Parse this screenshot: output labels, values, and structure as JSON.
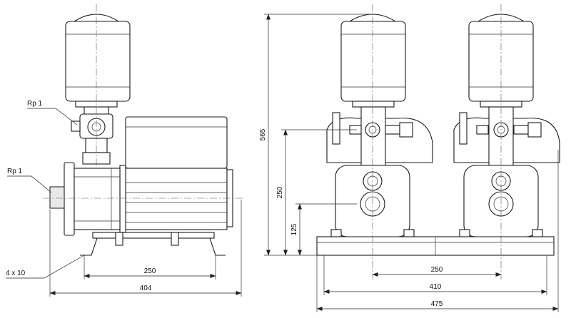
{
  "labels": {
    "rp_upper": "Rp 1",
    "rp_lower": "Rp 1",
    "holes": "4 x 10",
    "left_width_250": "250",
    "left_width_404": "404",
    "height_565": "565",
    "height_250": "250",
    "height_125": "125",
    "right_width_250": "250",
    "right_width_410": "410",
    "right_width_475": "475"
  }
}
